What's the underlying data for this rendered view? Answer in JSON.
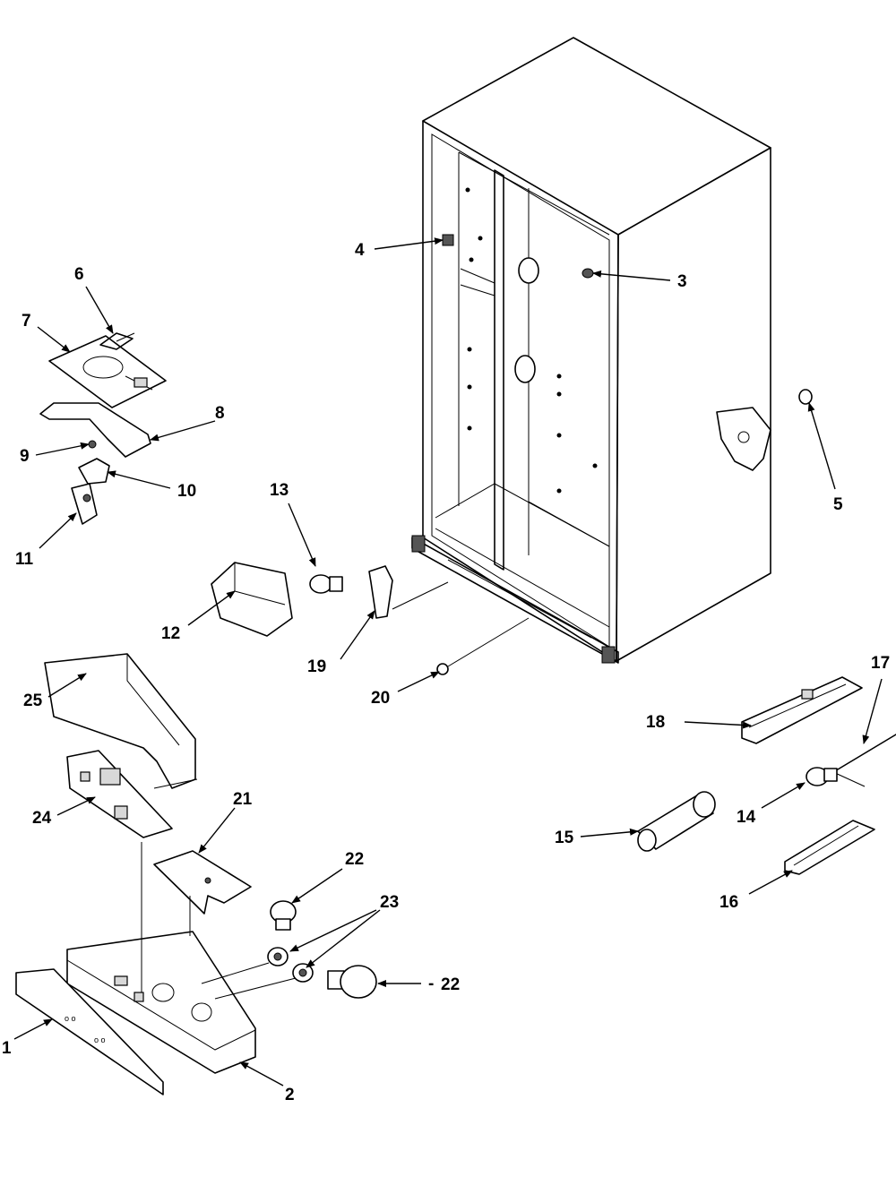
{
  "diagram": {
    "callouts": {
      "c1": "1",
      "c2": "2",
      "c3": "3",
      "c4": "4",
      "c5": "5",
      "c6": "6",
      "c7": "7",
      "c8": "8",
      "c9": "9",
      "c10": "10",
      "c11": "11",
      "c12": "12",
      "c13": "13",
      "c14": "14",
      "c15": "15",
      "c16": "16",
      "c17": "17",
      "c18": "18",
      "c19": "19",
      "c20": "20",
      "c21": "21",
      "c22a": "22",
      "c22b": "22",
      "c23": "23",
      "c24": "24",
      "c25": "25"
    },
    "dash_prefix": "-"
  }
}
